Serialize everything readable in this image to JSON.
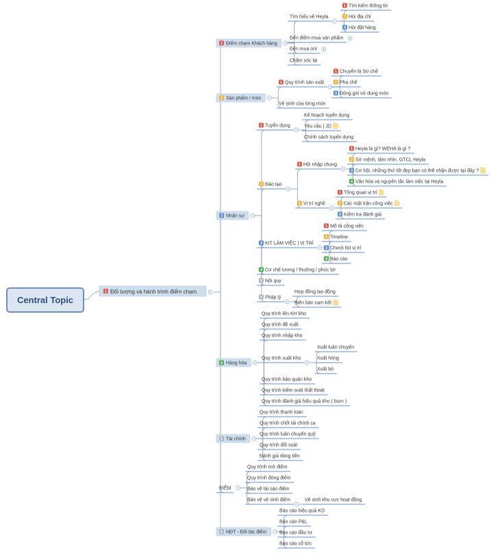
{
  "colors": {
    "red": "#e05a4f",
    "orange": "#f2b134",
    "blue": "#5b8ed6",
    "green": "#4caf50",
    "gray": "#a9b4c0",
    "line": "#8fa8c8",
    "root_fill": "#dce6f2",
    "root_border": "#6f8fb8",
    "l1_fill": "#cfdfee"
  },
  "root": {
    "label": "Central Topic"
  },
  "main": {
    "label": "Đối tượng và hành trình điểm chạm",
    "badge": "1",
    "badge_color": "red"
  },
  "note_icon": "note-icon",
  "branches": [
    {
      "label": "Điểm chạm Khách hàng",
      "badge": "1",
      "badge_color": "red",
      "children": [
        {
          "label": "Tìm hiểu về Heyla",
          "children": [
            {
              "label": "Tìm kiếm thông tin",
              "badge": "1",
              "badge_color": "red"
            },
            {
              "label": "Hỏi địa chỉ",
              "badge": "2",
              "badge_color": "orange"
            },
            {
              "label": "Hỏi đặt hàng",
              "badge": "3",
              "badge_color": "blue"
            }
          ]
        },
        {
          "label": "Đến điểm mua sản phẩm",
          "collapsed": true
        },
        {
          "label": "Đến mua onl",
          "collapsed": true
        },
        {
          "label": "Chăm sóc lại"
        }
      ]
    },
    {
      "label": "Sản phẩm / món",
      "badge": "2",
      "badge_color": "orange",
      "children": [
        {
          "label": "Quy trình sản xuất",
          "badge": "1",
          "badge_color": "red",
          "children": [
            {
              "label": "Chuyển bị Sơ chế",
              "badge": "1",
              "badge_color": "red"
            },
            {
              "label": "Pha chế",
              "badge": "2",
              "badge_color": "orange"
            },
            {
              "label": "Đóng gói sử dụng món",
              "badge": "3",
              "badge_color": "blue"
            }
          ]
        },
        {
          "label": "Vệ sinh của từng món"
        }
      ]
    },
    {
      "label": "Nhân sự",
      "badge": "3",
      "badge_color": "blue",
      "children": [
        {
          "label": "Tuyển dụng",
          "badge": "1",
          "badge_color": "red",
          "children": [
            {
              "label": "Kế hoạch tuyển dụng"
            },
            {
              "label": "Yêu cầu | JD",
              "note": true
            },
            {
              "label": "Chính sách tuyển dụng"
            }
          ]
        },
        {
          "label": "Đào tạo",
          "badge": "2",
          "badge_color": "orange",
          "children": [
            {
              "label": "Hội nhập chung",
              "badge": "1",
              "badge_color": "red",
              "children": [
                {
                  "label": "Heyla là gì? WEHA là gì ?",
                  "badge": "1",
                  "badge_color": "red"
                },
                {
                  "label": "Sứ mệnh, tầm nhìn, GTCL Heyla",
                  "badge": "2",
                  "badge_color": "orange"
                },
                {
                  "label": "Cơ hội, những thứ tốt đẹp bạn có thể nhận được tại đây ?",
                  "badge": "3",
                  "badge_color": "blue",
                  "note": true
                },
                {
                  "label": "Văn hóa và nguyên tắc làm việc tại Heyla",
                  "badge": "4",
                  "badge_color": "green"
                }
              ]
            },
            {
              "label": "Vị trí nghề",
              "badge": "2",
              "badge_color": "orange",
              "children": [
                {
                  "label": "Tổng quan vị trí",
                  "badge": "1",
                  "badge_color": "red",
                  "note": true
                },
                {
                  "label": "Các mặt trận công việc",
                  "badge": "2",
                  "badge_color": "orange",
                  "note": true
                },
                {
                  "label": "Kiểm tra đánh giá",
                  "badge": "3",
                  "badge_color": "blue"
                }
              ]
            }
          ]
        },
        {
          "label": "KIT LÀM VIỆC | VỊ TRÍ",
          "badge": "3",
          "badge_color": "blue",
          "children": [
            {
              "label": "Mô tả công việc",
              "badge": "1",
              "badge_color": "red"
            },
            {
              "label": "Timeline",
              "badge": "2",
              "badge_color": "orange"
            },
            {
              "label": "Check list vị trí",
              "badge": "3",
              "badge_color": "blue"
            },
            {
              "label": "Báo cáo",
              "badge": "4",
              "badge_color": "green"
            }
          ]
        },
        {
          "label": "Cơ chế lương / thưởng / phúc lợi",
          "badge": "4",
          "badge_color": "green"
        },
        {
          "label": "Nội quy",
          "badge": "5",
          "badge_color": "gray"
        },
        {
          "label": "Pháp lý",
          "badge": "6",
          "badge_color": "gray",
          "children": [
            {
              "label": "Hợp đồng lao động"
            },
            {
              "label": "Biên bản cam kết",
              "note": true
            }
          ]
        }
      ]
    },
    {
      "label": "Hàng hóa",
      "badge": "4",
      "badge_color": "green",
      "children": [
        {
          "label": "Quy trình lên KH kho"
        },
        {
          "label": "Quy trình đề xuất"
        },
        {
          "label": "Quy trình nhập kho"
        },
        {
          "label": "Quy trình xuất kho",
          "children": [
            {
              "label": "Xuất luân chuyển"
            },
            {
              "label": "Xuất hỏng"
            },
            {
              "label": "Xuất bỏ"
            }
          ]
        },
        {
          "label": "Quy trình bảo quản kho"
        },
        {
          "label": "Quy trình kiểm soát thất thoát"
        },
        {
          "label": "Quy trình đánh giá hiệu quả kho ( burn )"
        }
      ]
    },
    {
      "label": "Tài chính",
      "badge": "5",
      "badge_color": "gray",
      "children": [
        {
          "label": "Quy trình thanh toán"
        },
        {
          "label": "Quy trình chốt tài chính ca"
        },
        {
          "label": "Quy trình luân chuyển quỹ"
        },
        {
          "label": "Quy trình đối soát"
        },
        {
          "label": "Đánh giá dòng tiền"
        }
      ]
    },
    {
      "label": "ĐIỂM",
      "plain": true,
      "children": [
        {
          "label": "Quy trình mở điểm"
        },
        {
          "label": "Quy trình đóng điểm"
        },
        {
          "label": "Bảo vệ tài sản điểm"
        },
        {
          "label": "Bảo vệ vệ sinh điểm",
          "children": [
            {
              "label": "Vệ sinh khu vực hoạt động"
            }
          ]
        }
      ]
    },
    {
      "label": "NĐT - Đối tác điểm",
      "badge": "6",
      "badge_color": "gray",
      "children": [
        {
          "label": "Báo cáo hiệu quả KD"
        },
        {
          "label": "Báo cáo P&L"
        },
        {
          "label": "Báo cáo đầu tư"
        },
        {
          "label": "Báo cáo cổ tức"
        }
      ]
    }
  ]
}
